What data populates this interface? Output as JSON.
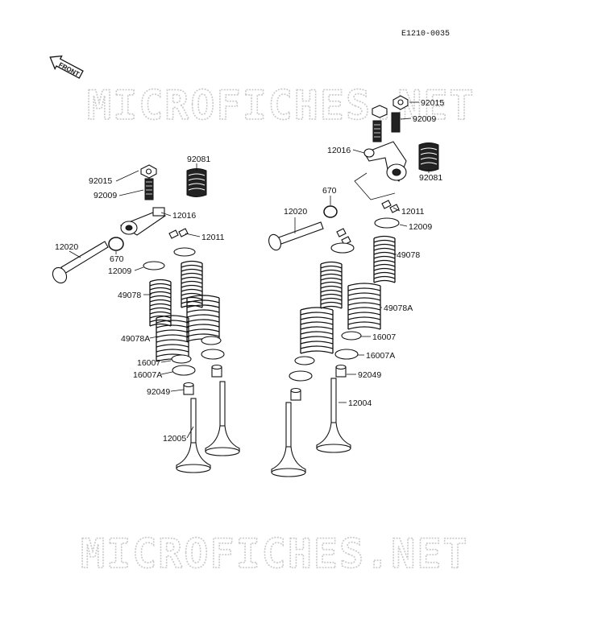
{
  "diagram_code": "E1210-0035",
  "front_marker": "FRONT",
  "watermark": "MICROFICHES.NET",
  "labels": {
    "l_92015": "92015",
    "l_92009": "92009",
    "l_92081": "92081",
    "l_12016": "12016",
    "l_12011": "12011",
    "l_12020": "12020",
    "l_670": "670",
    "l_12009": "12009",
    "l_49078": "49078",
    "l_49078A": "49078A",
    "l_16007": "16007",
    "l_16007A": "16007A",
    "l_92049": "92049",
    "l_12005": "12005",
    "r_92015": "92015",
    "r_92009": "92009",
    "r_12016": "12016",
    "r_92081": "92081",
    "r_670": "670",
    "r_12020": "12020",
    "r_12011": "12011",
    "r_12009": "12009",
    "r_49078": "49078",
    "r_49078A": "49078A",
    "r_16007": "16007",
    "r_16007A": "16007A",
    "r_92049": "92049",
    "r_12004": "12004"
  }
}
